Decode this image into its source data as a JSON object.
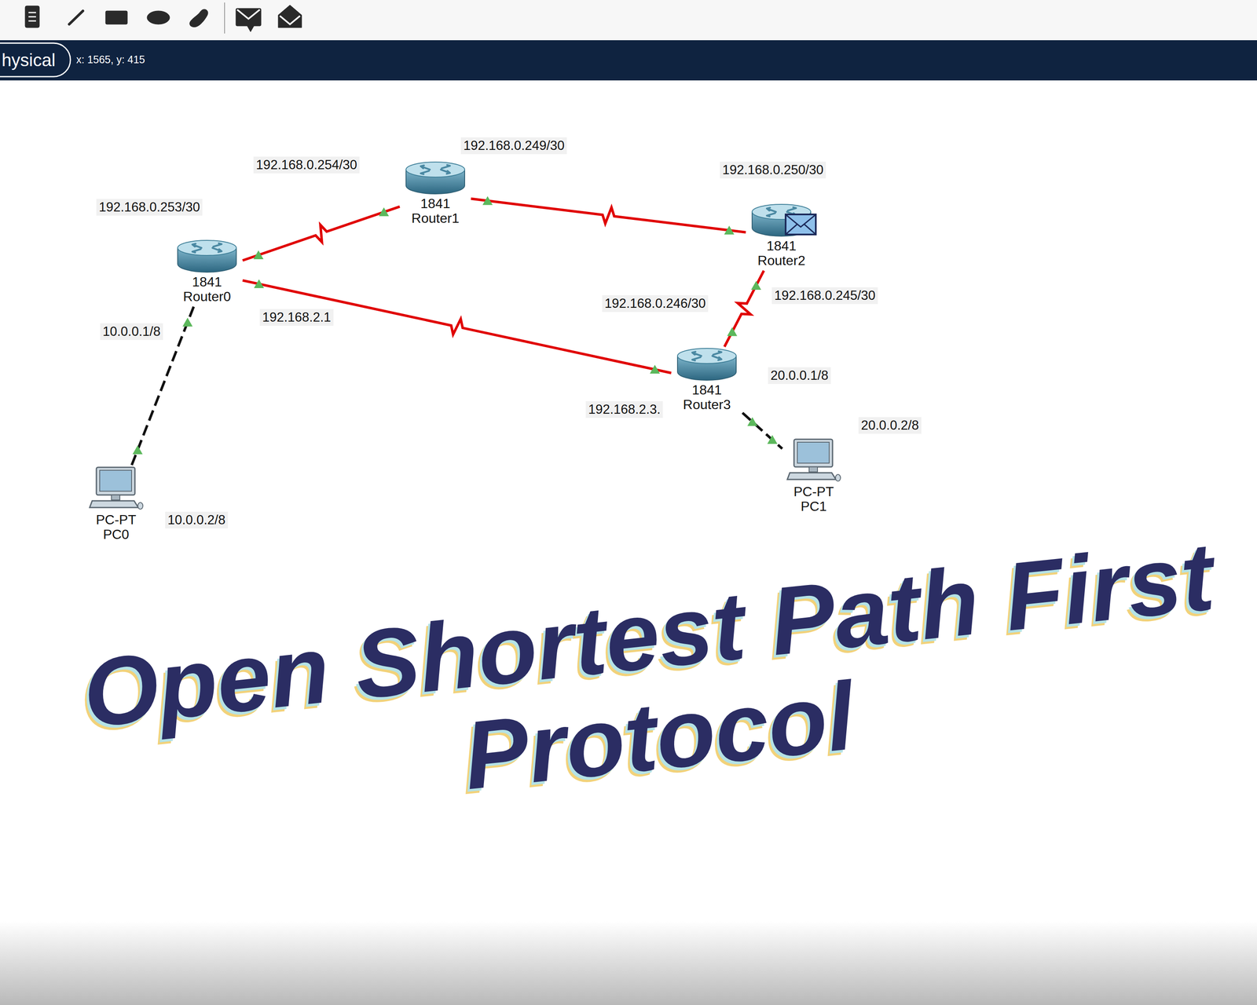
{
  "diagram": {
    "title": "Open Shortest Path First Protocol",
    "nodes": [
      {
        "text": [
          "1841 Router0"
        ]
      },
      {
        "text": [
          "1841 Router1"
        ]
      },
      {
        "text": [
          "1841 Router2"
        ]
      },
      {
        "text": [
          "1841 Router3"
        ]
      },
      {
        "text": [
          "PC-PT PC0"
        ]
      },
      {
        "text": [
          "PC-PT PC1"
        ]
      }
    ],
    "edges": [
      {
        "from": 0,
        "to": 1,
        "arrow": "none"
      },
      {
        "from": 1,
        "to": 2,
        "arrow": "none"
      },
      {
        "from": 0,
        "to": 3,
        "arrow": "none"
      },
      {
        "from": 2,
        "to": 3,
        "arrow": "none"
      },
      {
        "from": 0,
        "to": 4,
        "arrow": "none"
      },
      {
        "from": 3,
        "to": 5,
        "arrow": "none"
      }
    ],
    "labels": [
      "hysical",
      "x: 1565, y: 415",
      "192.168.0.254/30",
      "192.168.0.249/30",
      "192.168.0.253/30",
      "192.168.0.250/30",
      "10.0.0.1/8",
      "192.168.2.1",
      "192.168.0.246/30",
      "192.168.0.245/30",
      "20.0.0.1/8",
      "192.168.2.3.",
      "20.0.0.2/8",
      "10.0.0.2/8"
    ]
  }
}
